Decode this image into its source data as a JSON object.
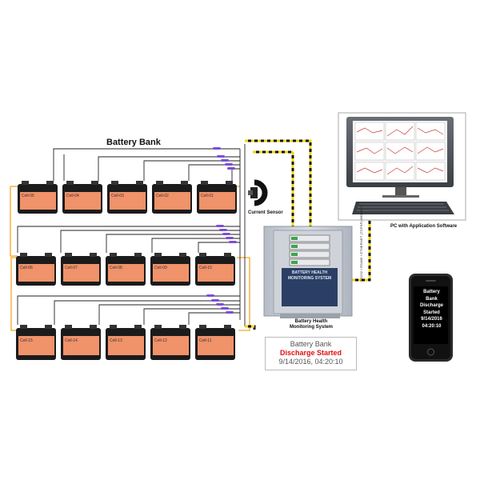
{
  "title": "Battery Bank",
  "current_sensor_label": "Current Sensor",
  "bhms_label_line1": "Battery Health",
  "bhms_label_line2": "Monitoring System",
  "cabinet_text_line1": "BATTERY HEALTH",
  "cabinet_text_line2": "MONITORING SYSTEM",
  "pc_label": "PC with Application Software",
  "comm_label": "RS232 / RS485 / ETHERNET (TCP/IP) MODBUS",
  "status": {
    "line1": "Battery Bank",
    "line2": "Discharge Started",
    "line3": "9/14/2016,  04:20:10"
  },
  "phone": {
    "line1": "Battery",
    "line2": "Bank",
    "line3": "Discharge",
    "line4": "Started",
    "line5": "9/14/2016",
    "line6": "04:20:10"
  },
  "colors": {
    "battery_body": "#1b1b1b",
    "battery_label": "#f0926a",
    "wire_orange": "#f5a623",
    "cable_yellow": "#f2d70a",
    "probe_purple": "#7a4fd6",
    "cabinet": "#c9ced6",
    "status_red": "#e01010"
  },
  "rows": [
    {
      "cells": [
        "Cell-05",
        "Cell-04",
        "Cell-03",
        "Cell-02",
        "Cell-01"
      ]
    },
    {
      "cells": [
        "Cell-06",
        "Cell-07",
        "Cell-08",
        "Cell-09",
        "Cell-10"
      ]
    },
    {
      "cells": [
        "Cell-15",
        "Cell-14",
        "Cell-13",
        "Cell-12",
        "Cell-11"
      ]
    }
  ]
}
